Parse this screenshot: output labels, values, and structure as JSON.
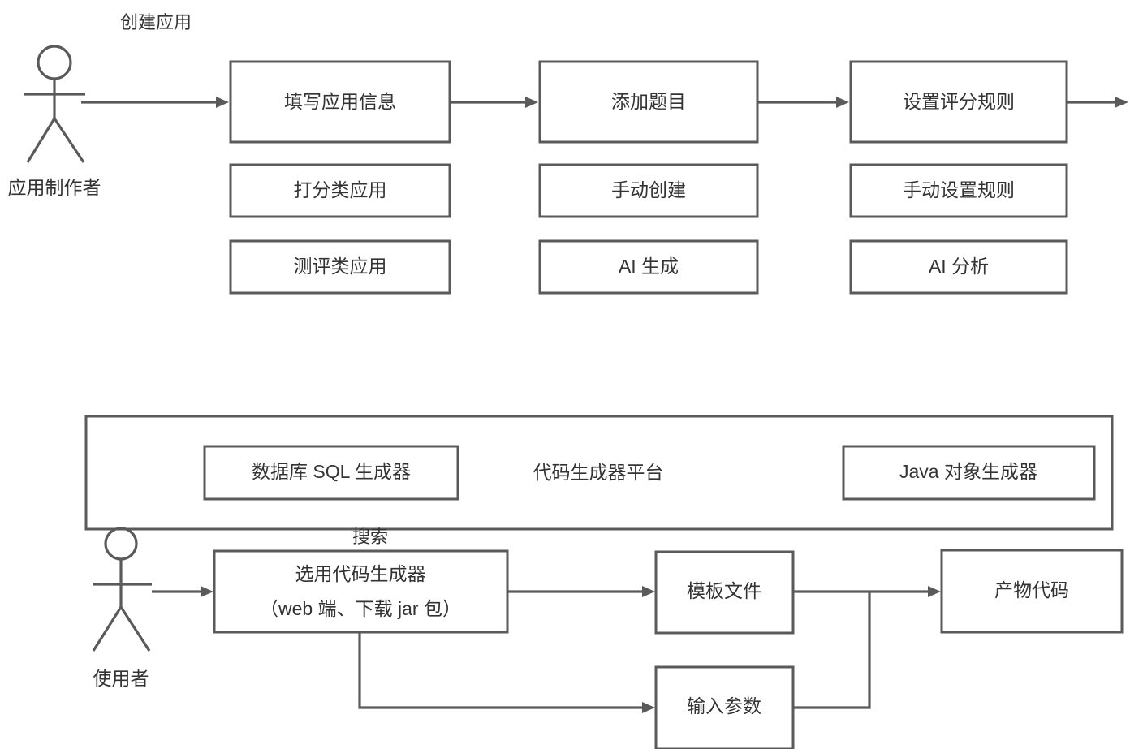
{
  "diagram": {
    "title_hidden": "",
    "stroke_color": "#5a5a5a",
    "text_color": "#333333",
    "background_color": "#ffffff"
  },
  "top_flow": {
    "actor": {
      "label": "应用制作者"
    },
    "edge_label": "创建应用",
    "columns": [
      {
        "main": "填写应用信息",
        "options": [
          "打分类应用",
          "测评类应用"
        ]
      },
      {
        "main": "添加题目",
        "options": [
          "手动创建",
          "AI 生成"
        ]
      },
      {
        "main": "设置评分规则",
        "options": [
          "手动设置规则",
          "AI 分析"
        ]
      }
    ]
  },
  "platform": {
    "title": "代码生成器平台",
    "items": [
      "数据库 SQL 生成器",
      "Java 对象生成器"
    ]
  },
  "bottom_flow": {
    "actor": {
      "label": "使用者"
    },
    "edge_label": "搜索",
    "selector": {
      "line1": "选用代码生成器",
      "line2": "（web 端、下载 jar 包）"
    },
    "template": "模板文件",
    "params": "输入参数",
    "output": "产物代码"
  }
}
